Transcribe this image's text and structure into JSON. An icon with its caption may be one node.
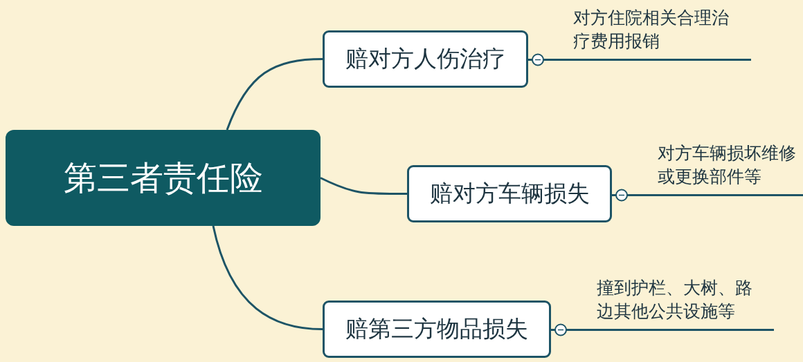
{
  "diagram": {
    "nodes": [
      {
        "text": [
          "第三者责任险"
        ]
      },
      {
        "text": [
          "赔对方人伤治疗"
        ]
      },
      {
        "text": [
          "赔对方车辆损失"
        ]
      },
      {
        "text": [
          "赔第三方物品损失"
        ]
      },
      {
        "text": [
          "对方住院相关合理治疗费用报销"
        ]
      },
      {
        "text": [
          "对方车辆损坏维修或更换部件等"
        ]
      },
      {
        "text": [
          "撞到护栏、大树、路边其他公共设施等"
        ]
      }
    ],
    "edges": [
      {
        "from": 0,
        "to": 1,
        "arrow": "none"
      },
      {
        "from": 0,
        "to": 2,
        "arrow": "none"
      },
      {
        "from": 0,
        "to": 3,
        "arrow": "none"
      },
      {
        "from": 1,
        "to": 4,
        "arrow": "other"
      },
      {
        "from": 2,
        "to": 5,
        "arrow": "other"
      },
      {
        "from": 3,
        "to": 6,
        "arrow": "other"
      }
    ]
  }
}
